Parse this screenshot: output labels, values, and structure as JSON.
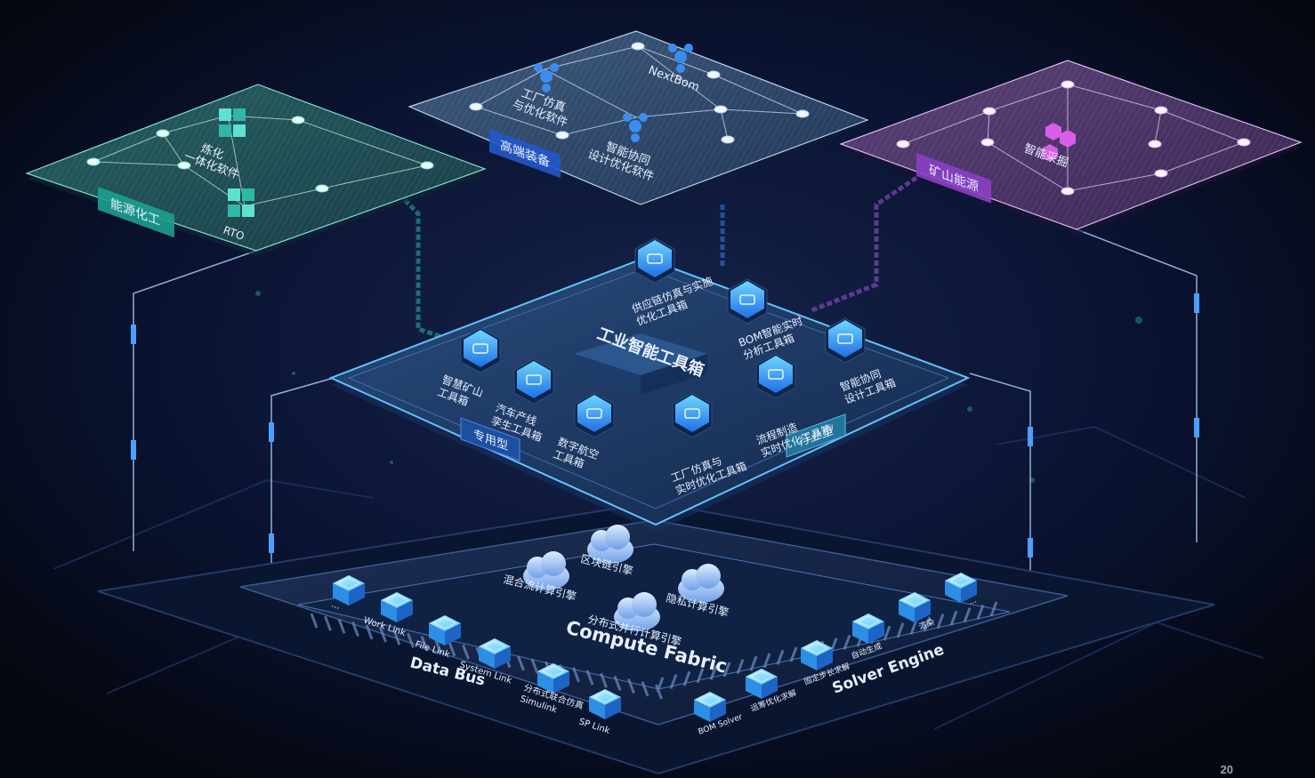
{
  "top_layer": {
    "chemical": {
      "tag": "能源化工",
      "nodes": [
        "炼化\n一体化软件",
        "RTO"
      ]
    },
    "equipment": {
      "tag": "高端装备",
      "nodes": [
        "工厂仿真\n与优化软件",
        "NextBom",
        "智能协同\n设计优化软件"
      ]
    },
    "mining": {
      "tag": "矿山能源",
      "nodes": [
        "智能采掘"
      ]
    }
  },
  "toolbox_layer": {
    "title": "工业智能工具箱",
    "badge_special": "专用型",
    "badge_industry": "行业型",
    "items": [
      "供应链仿真与实施\n优化工具箱",
      "BOM智能实时\n分析工具箱",
      "智能协同\n设计工具箱",
      "智慧矿山\n工具箱",
      "汽车产线\n孪生工具箱",
      "数字航空\n工具箱",
      "工厂仿真与\n实时优化工具箱",
      "流程制造\n实时优化工具箱"
    ]
  },
  "base_layer": {
    "compute_fabric": "Compute Fabric",
    "engines": [
      "区块链引擎",
      "混合流计算引擎",
      "隐私计算引擎",
      "分布式并行计算引擎"
    ],
    "data_bus": {
      "label": "Data Bus",
      "items": [
        "...",
        "Work Link",
        "File Link",
        "System Link",
        "分布式联合仿真\nSimulink",
        "SP Link"
      ]
    },
    "solver_engine": {
      "label": "Solver Engine",
      "items": [
        "BOM Solver",
        "运筹优化求解",
        "固定步长求解",
        "自动生成",
        "渲染",
        "..."
      ]
    }
  },
  "page_number": "20",
  "colors": {
    "background": "#050a18",
    "chemical_accent": "#1fb5a6",
    "equipment_accent": "#2a6ae0",
    "mining_accent": "#a055d8",
    "toolbox_frame": "#3fb6ff"
  }
}
